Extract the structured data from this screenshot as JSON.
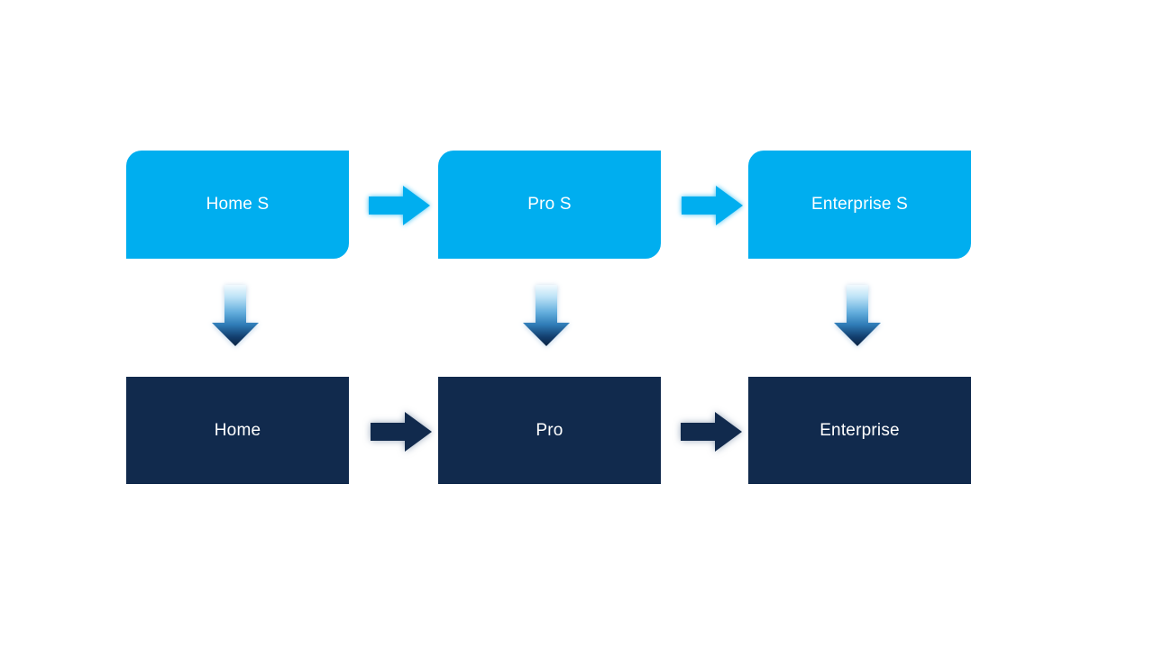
{
  "slide": {
    "background_color": "#FFFFFF"
  },
  "colors": {
    "top_box_fill": "#00AEEF",
    "bottom_box_fill": "#112A4D",
    "label_text": "#FFFFFF",
    "light_arrow_fill": "#00AEEF",
    "dark_arrow_fill": "#112A4D",
    "down_arrow_gradient_top": "#F2FAFE",
    "down_arrow_gradient_bottom": "#0B2342"
  },
  "top_row": {
    "items": [
      {
        "label": "Home S"
      },
      {
        "label": "Pro S"
      },
      {
        "label": "Enterprise S"
      }
    ]
  },
  "bottom_row": {
    "items": [
      {
        "label": "Home"
      },
      {
        "label": "Pro"
      },
      {
        "label": "Enterprise"
      }
    ]
  },
  "icons": {
    "right_arrow": "right-arrow-icon",
    "down_arrow": "down-arrow-icon"
  }
}
